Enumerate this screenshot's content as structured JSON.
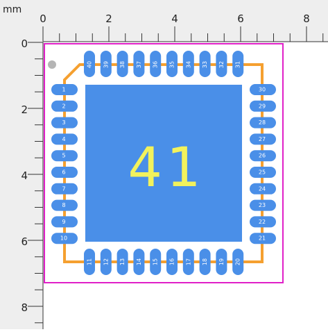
{
  "ruler": {
    "unit": "mm",
    "x_labels": [
      "0",
      "2",
      "4",
      "6",
      "8"
    ],
    "y_labels": [
      "0",
      "2",
      "4",
      "6",
      "8"
    ]
  },
  "footprint": {
    "center_label": "41",
    "left_pads": [
      "1",
      "2",
      "3",
      "4",
      "5",
      "6",
      "7",
      "8",
      "9",
      "10"
    ],
    "bottom_pads": [
      "11",
      "12",
      "13",
      "14",
      "15",
      "16",
      "17",
      "18",
      "19",
      "20"
    ],
    "right_pads": [
      "21",
      "22",
      "23",
      "24",
      "25",
      "26",
      "27",
      "28",
      "29",
      "30"
    ],
    "top_pads": [
      "31",
      "32",
      "33",
      "34",
      "35",
      "36",
      "37",
      "38",
      "39",
      "40"
    ]
  },
  "colors": {
    "pad": "#4a8fe8",
    "pad_text": "#ffffff",
    "center_text": "#f2f25c",
    "silkscreen": "#f5a030",
    "courtyard": "#e020c8",
    "pin1_marker": "#b5b5b5",
    "ruler_bg": "#eeeeee",
    "ruler_line": "#333333"
  }
}
